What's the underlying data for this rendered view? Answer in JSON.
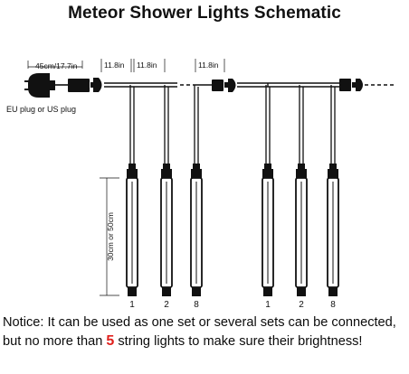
{
  "title": "Meteor Shower Lights Schematic",
  "labels": {
    "cable_length": "45cm/17.7in",
    "spacing_1": "11.8in",
    "spacing_2": "11.8in",
    "spacing_3": "11.8in",
    "plug_type": "EU plug or US plug",
    "tube_length": "30cm or 50cm"
  },
  "left_group": {
    "tubes": [
      "1",
      "2",
      "8"
    ]
  },
  "right_group": {
    "tubes": [
      "1",
      "2",
      "8"
    ]
  },
  "notice": {
    "before": "Notice: It can be used as one set or several sets can be connected, but no more than ",
    "highlight": "5",
    "after": " string lights to make sure their brightness!"
  },
  "colors": {
    "line": "#111111",
    "highlight": "#e0201c"
  }
}
